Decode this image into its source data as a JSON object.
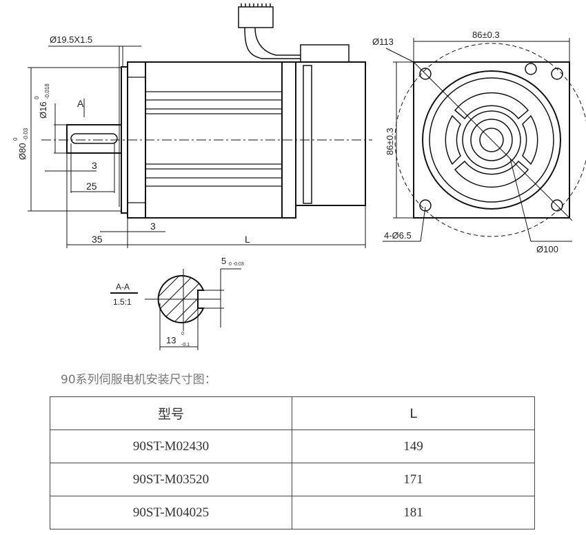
{
  "labels": {
    "flat_dia": "Ø19.5X1.5",
    "shaft_dia": "Ø16",
    "shaft_tol_up": "0",
    "shaft_tol_low": "-0.018",
    "pilot_dia": "Ø80",
    "pilot_tol_up": "0",
    "pilot_tol_low": "-0.03",
    "section_arrow": "A",
    "key_offset": "3",
    "key_length": "25",
    "shaft_length": "35",
    "flange_thk": "3",
    "overall_length": "L",
    "bolt_circle": "Ø113",
    "width": "86±0.3",
    "height": "86±0.3",
    "holes": "4-Ø6.5",
    "pilot_circle": "Ø100",
    "key_width": "5",
    "key_w_tol": "0 -0.03",
    "section_name": "A-A",
    "section_scale": "1.5:1",
    "key_depth": "13",
    "key_d_tol_up": "0",
    "key_d_tol_low": "-0.1"
  },
  "caption": "90系列伺服电机安装尺寸图：",
  "table": {
    "headers": [
      "型号",
      "L"
    ],
    "rows": [
      [
        "90ST-M02430",
        "149"
      ],
      [
        "90ST-M03520",
        "171"
      ],
      [
        "90ST-M04025",
        "181"
      ]
    ]
  }
}
